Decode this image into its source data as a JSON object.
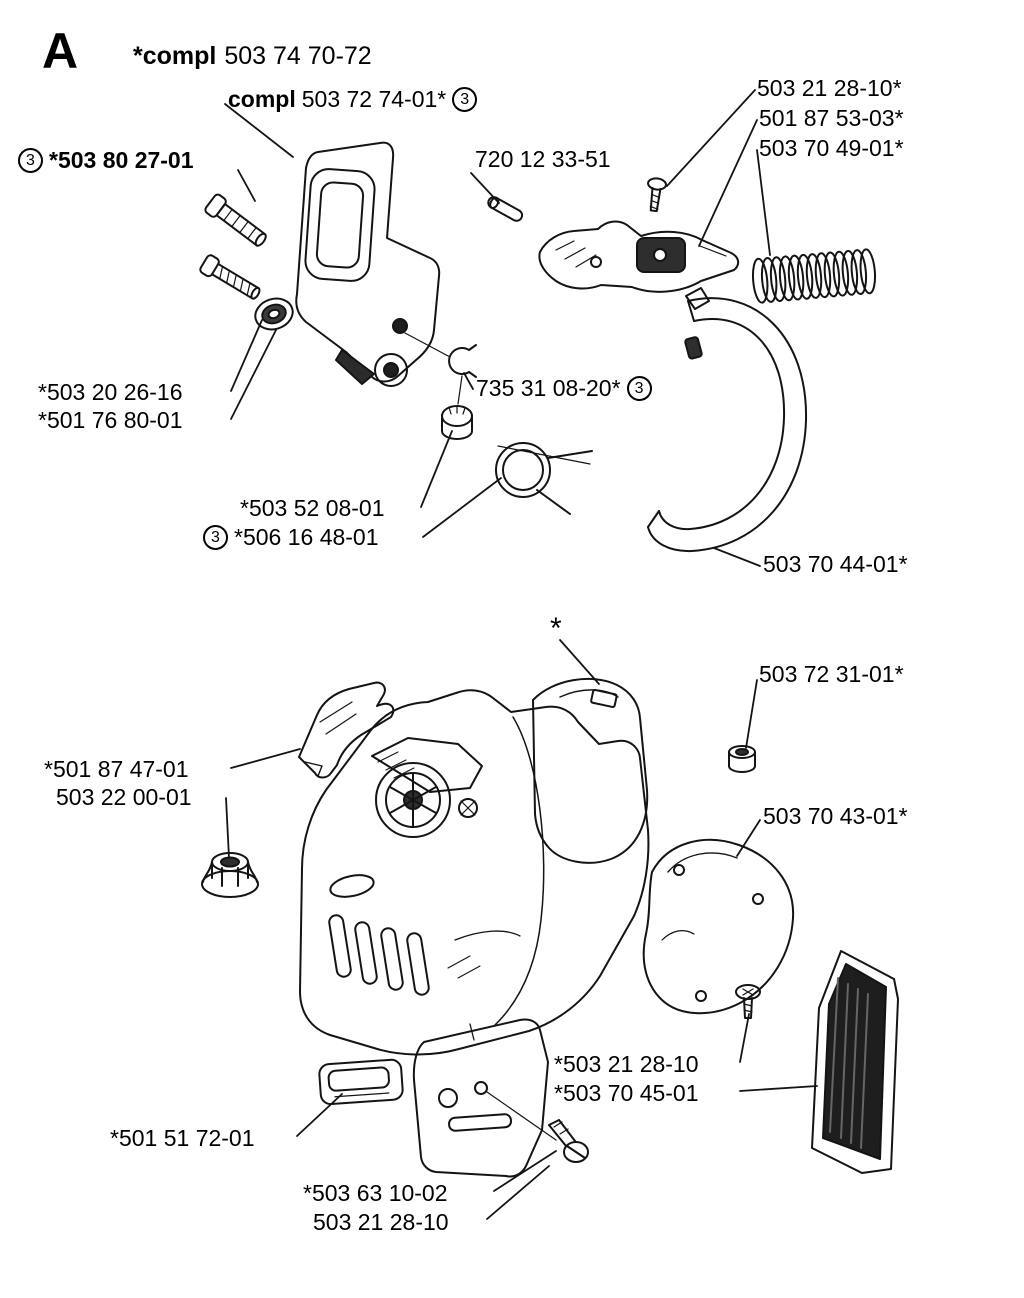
{
  "page": {
    "section_letter": "A",
    "header_bold": "*compl",
    "header_number": "503 74 70-72",
    "circled_number": "3"
  },
  "labels": {
    "compl_assembly_bold": "compl",
    "compl_assembly_number": "503 72 74-01*",
    "front_guard": "*503 80 27-01",
    "pivot_pin": "720 12 33-51",
    "lever_screw": "503 21 28-10*",
    "brake_lever": "501 87 53-03*",
    "coil_spring": "503 70 49-01*",
    "guard_screw": "*503 20 26-16",
    "guard_washer": "*501 76 80-01",
    "e_clip": "735 31 08-20*",
    "plunger": "*503 52 08-01",
    "torsion_spring": "*506 16 48-01",
    "brake_band": "503 70 44-01*",
    "asterisk_note": "*",
    "bushing": "503 72 31-01*",
    "bracket": "*501 87 47-01",
    "flange_nut": "503 22 00-01",
    "side_cover": "503 70 43-01*",
    "cover_screw": "*503 21 28-10",
    "guard_plate": "*503 70 45-01",
    "rubber_foot": "*501 51 72-01",
    "bar_plate_screw": "*503 63 10-02",
    "bar_plate_screw_2": "503 21 28-10"
  }
}
